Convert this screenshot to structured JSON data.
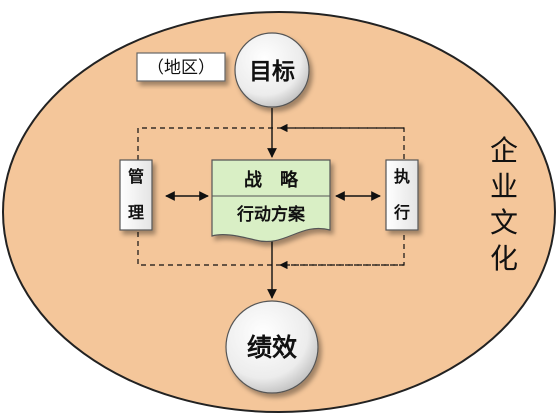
{
  "diagram": {
    "region_label": "（地区）",
    "goal_label": "目标",
    "performance_label": "绩效",
    "strategy_title": "战　略",
    "strategy_subtitle": "行动方案",
    "management_chars": [
      "管",
      "理"
    ],
    "execution_chars": [
      "执",
      "行"
    ],
    "culture_chars": [
      "企",
      "业",
      "文",
      "化"
    ]
  },
  "colors": {
    "ellipse_fill": "#f4c69a",
    "ellipse_stroke": "#222222",
    "document_fill": "#d9efc5",
    "box_fill": "#f3f3f3",
    "line_color": "#111111"
  },
  "icons": {
    "arrow": "arrowhead"
  }
}
